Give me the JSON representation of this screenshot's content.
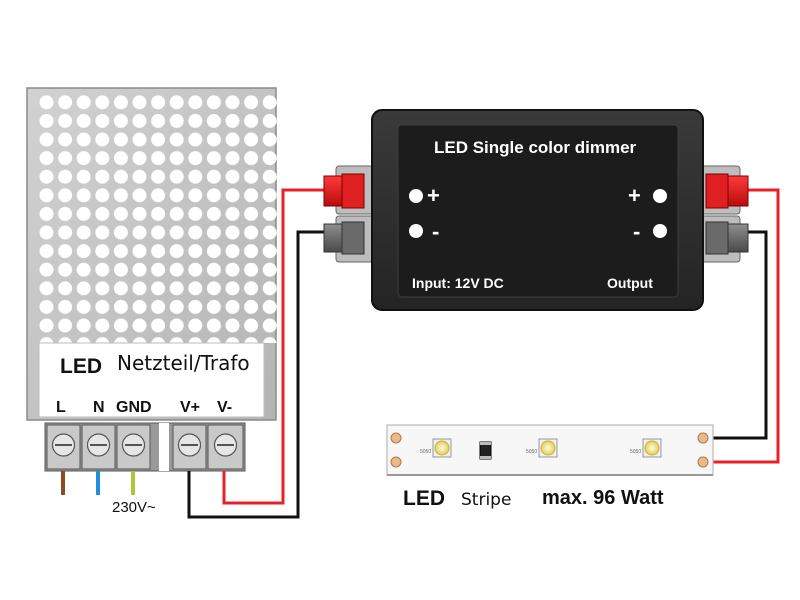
{
  "power_supply": {
    "brand": "LED",
    "name": "Netzteil/Trafo",
    "terminals": [
      "L",
      "N",
      "GND",
      "V+",
      "V-"
    ],
    "mains_label": "230V~"
  },
  "dimmer": {
    "title": "LED Single color dimmer",
    "input_plus": "+",
    "input_minus": "-",
    "output_plus": "+",
    "output_minus": "-",
    "input_label": "Input: 12V DC",
    "output_label": "Output"
  },
  "strip": {
    "brand": "LED",
    "name": "Stripe",
    "max_power": "max. 96 Watt",
    "led_codes": [
      "5050",
      "5050",
      "5050"
    ]
  },
  "colors": {
    "wire_positive": "#e8202a",
    "wire_negative": "#111111",
    "wire_brown": "#8a4a25",
    "wire_blue": "#1d8fdc",
    "wire_earth": "#a8c83a",
    "dimmer_body": "#2c2c2c",
    "strip_body": "#f7f7f7"
  }
}
